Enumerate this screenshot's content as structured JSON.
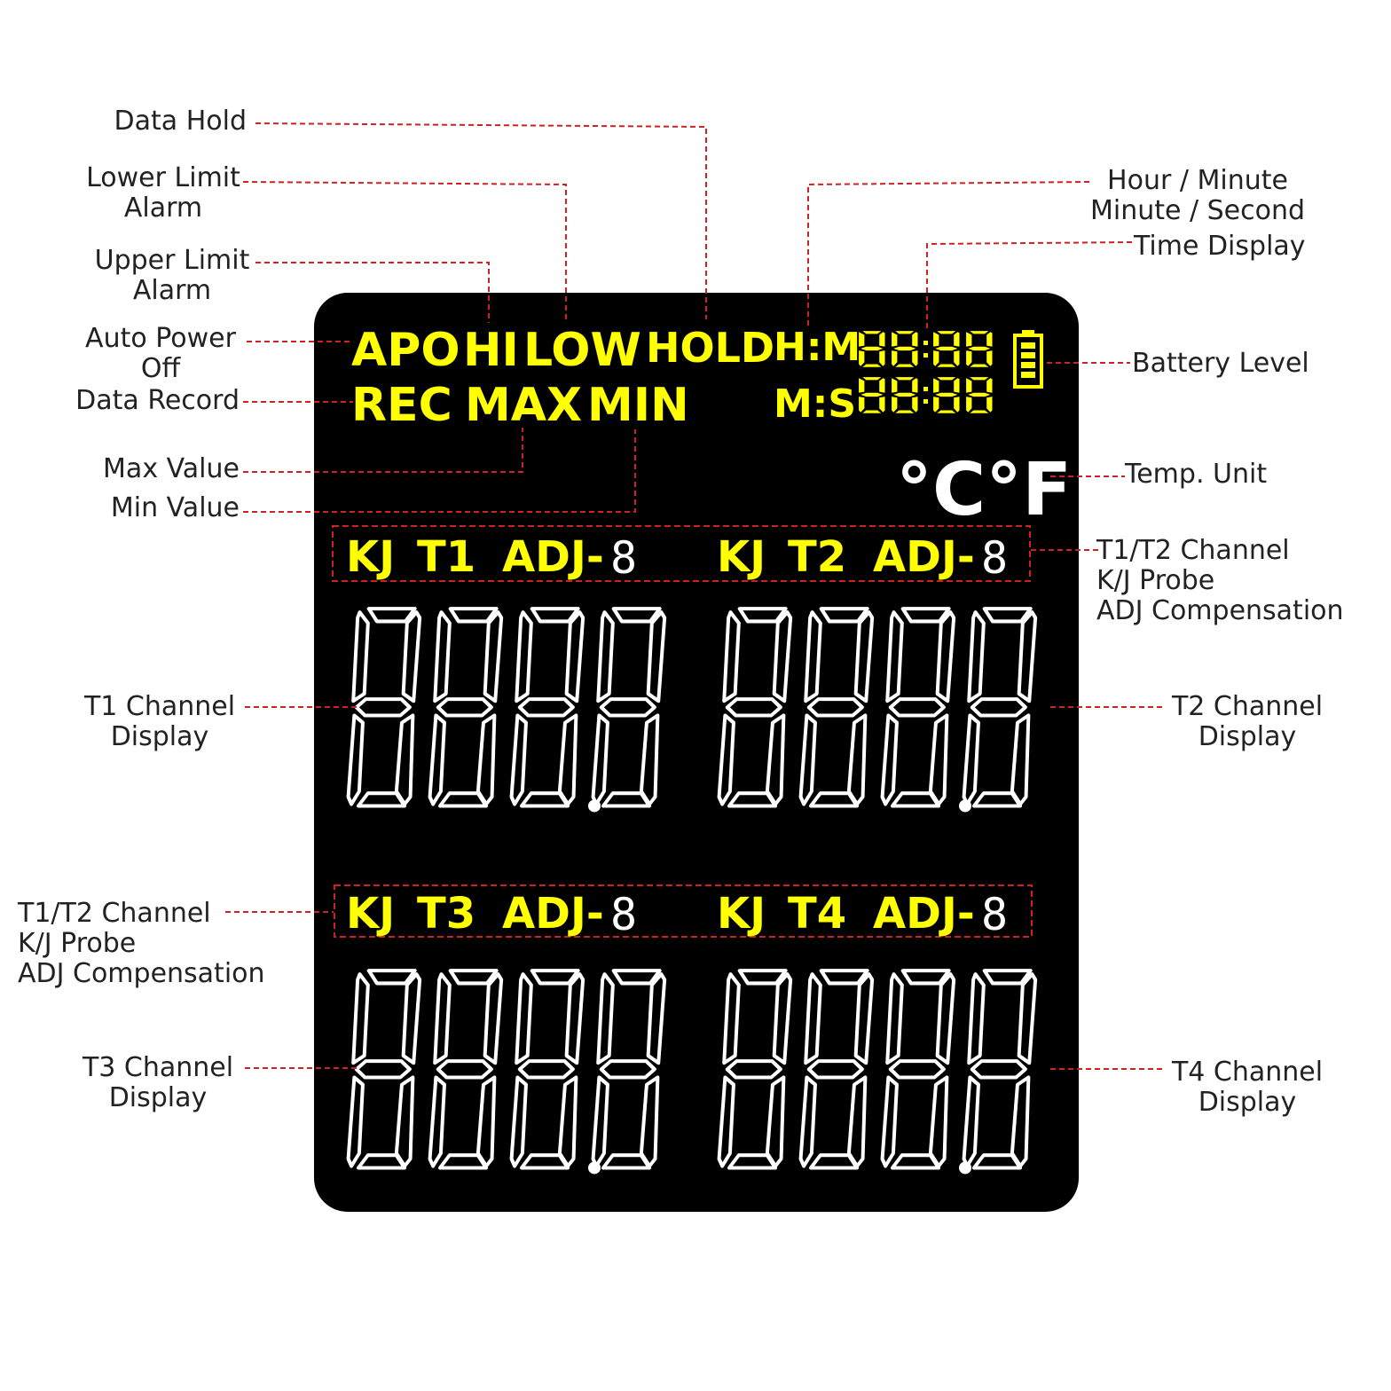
{
  "colors": {
    "panel": "#000000",
    "indicator": "#ffff00",
    "digit": "#ffffff",
    "leader": "#cc2222",
    "caption": "#222222"
  },
  "lcd": {
    "row1": {
      "apo": "APO",
      "hi": "HI",
      "low": "LOW",
      "hold": "HOLD",
      "hm": "H:M"
    },
    "row2": {
      "rec": "REC",
      "max": "MAX",
      "min": "MIN",
      "ms": "M:S"
    },
    "clock_top": "88:88",
    "clock_bottom": "88:88",
    "temp_unit": "°C°F",
    "channel_rows": [
      {
        "left": {
          "probe": "KJ",
          "channel": "T1",
          "adj": "ADJ-",
          "adj_digit": "8"
        },
        "right": {
          "probe": "KJ",
          "channel": "T2",
          "adj": "ADJ-",
          "adj_digit": "8"
        }
      },
      {
        "left": {
          "probe": "KJ",
          "channel": "T3",
          "adj": "ADJ-",
          "adj_digit": "8"
        },
        "right": {
          "probe": "KJ",
          "channel": "T4",
          "adj": "ADJ-",
          "adj_digit": "8"
        }
      }
    ],
    "readout": "888.8",
    "battery_icon": "battery-icon"
  },
  "labels": {
    "data_hold": "Data Hold",
    "lower_limit": "Lower Limit\nAlarm",
    "upper_limit": "Upper Limit\nAlarm",
    "auto_power_off": "Auto Power\nOff",
    "data_record": "Data Record",
    "max_value": "Max Value",
    "min_value": "Min Value",
    "t1_display": "T1 Channel\nDisplay",
    "t12_probe_left": "T1/T2 Channel\nK/J Probe\nADJ Compensation",
    "t3_display": "T3 Channel\nDisplay",
    "hour_minute": "Hour / Minute\nMinute / Second",
    "time_display": "Time Display",
    "battery_level": "Battery Level",
    "temp_unit": "Temp. Unit",
    "t12_probe_right": "T1/T2 Channel\nK/J Probe\nADJ Compensation",
    "t2_display": "T2 Channel\nDisplay",
    "t4_display": "T4 Channel\nDisplay"
  }
}
